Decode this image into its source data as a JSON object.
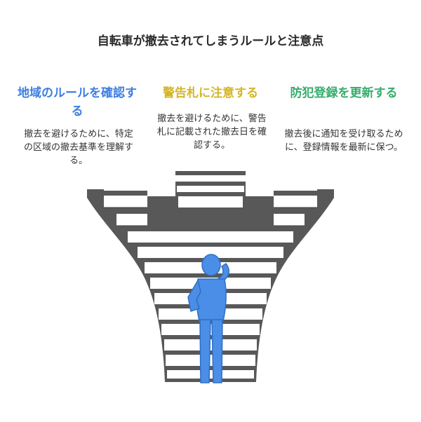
{
  "title": "自転車が撤去されてしまうルールと注意点",
  "columns": [
    {
      "heading": "地域のルールを確認する",
      "description": "撤去を避けるために、特定の区域の撤去基準を理解する。",
      "color": "#3d7fe0"
    },
    {
      "heading": "警告札に注意する",
      "description": "撤去を避けるために、警告札に記載された撤去日を確認する。",
      "color": "#d4b628"
    },
    {
      "heading": "防犯登録を更新する",
      "description": "撤去後に通知を受け取るために、登録情報を最新に保つ。",
      "color": "#34ad6b"
    }
  ],
  "illustration": {
    "stair_color": "#585858",
    "step_face_color": "#ffffff",
    "person_color": "#4a8ee8",
    "icon": "staircase-with-confused-person"
  }
}
